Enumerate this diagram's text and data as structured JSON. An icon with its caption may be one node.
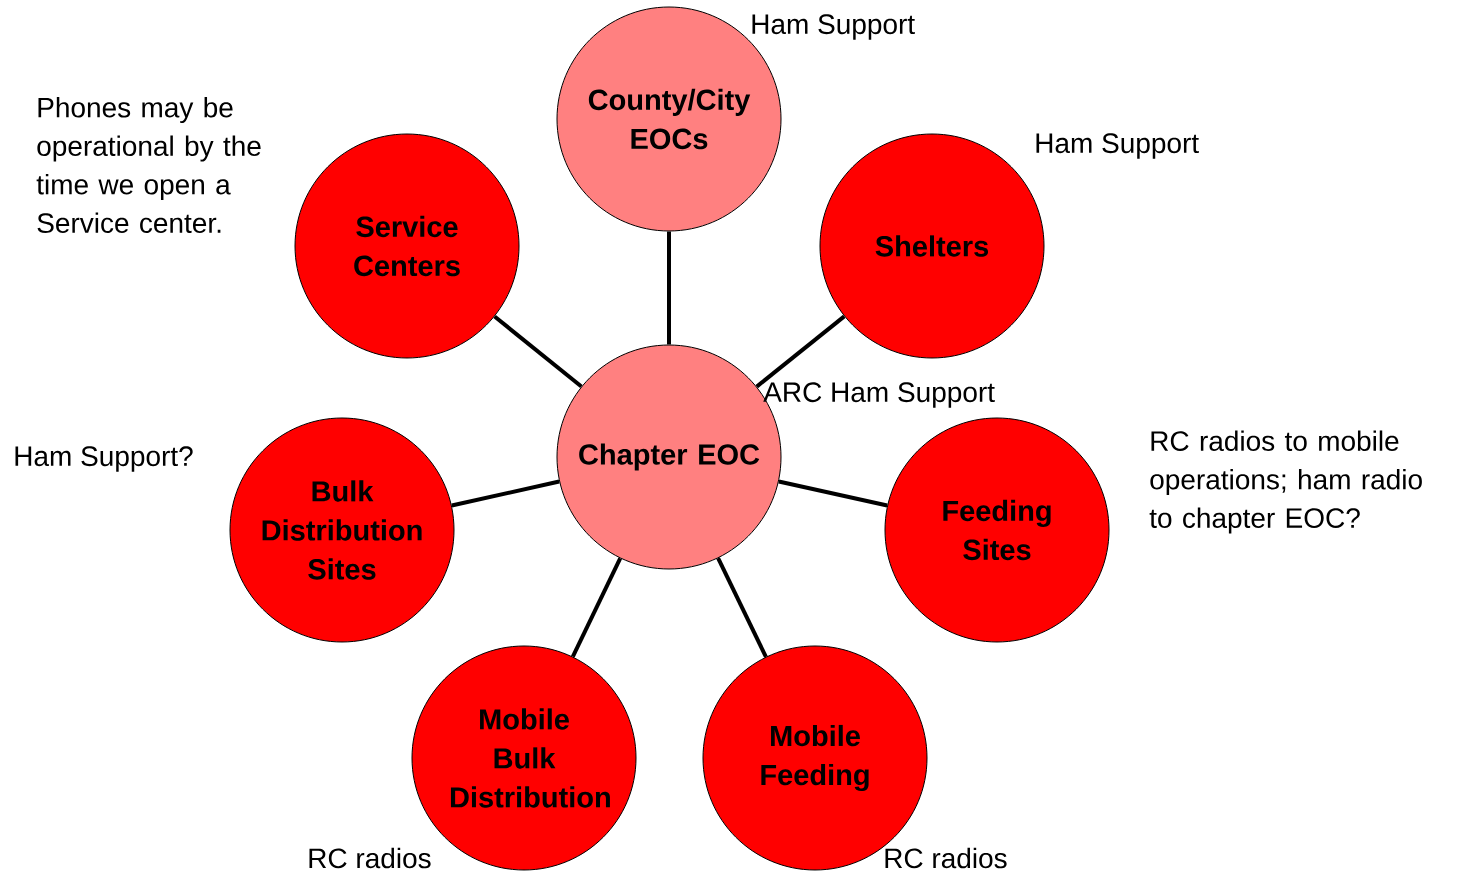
{
  "diagram": {
    "nodes": [
      {
        "text": [
          "County/City EOCs"
        ],
        "beside": [
          "Ham Support"
        ]
      },
      {
        "text": [
          "Service Centers"
        ],
        "beside": [
          "Phones may be operational by the time we open a Service center."
        ]
      },
      {
        "text": [
          "Shelters"
        ],
        "beside": [
          "Ham Support"
        ]
      },
      {
        "text": [
          "Chapter EOC"
        ],
        "beside": [
          "ARC Ham Support"
        ]
      },
      {
        "text": [
          "Bulk Distribution Sites"
        ],
        "beside": [
          "Ham Support?"
        ]
      },
      {
        "text": [
          "Feeding Sites"
        ]
      },
      {
        "text": [
          "Mobile Bulk Distribution"
        ],
        "beside": [
          "RC radios"
        ]
      },
      {
        "text": [
          "Mobile Feeding"
        ],
        "beside": [
          "RC radios"
        ]
      }
    ],
    "edges": [
      {
        "from": 3,
        "to": 0,
        "arrow": "none"
      },
      {
        "from": 3,
        "to": 1,
        "arrow": "none"
      },
      {
        "from": 3,
        "to": 2,
        "arrow": "none"
      },
      {
        "from": 3,
        "to": 4,
        "arrow": "none"
      },
      {
        "from": 3,
        "to": 5,
        "arrow": "none"
      },
      {
        "from": 3,
        "to": 6,
        "arrow": "none"
      },
      {
        "from": 3,
        "to": 7,
        "arrow": "none"
      }
    ],
    "labels": [
      "RC radios to mobile operations; ham radio to chapter EOC?"
    ]
  }
}
